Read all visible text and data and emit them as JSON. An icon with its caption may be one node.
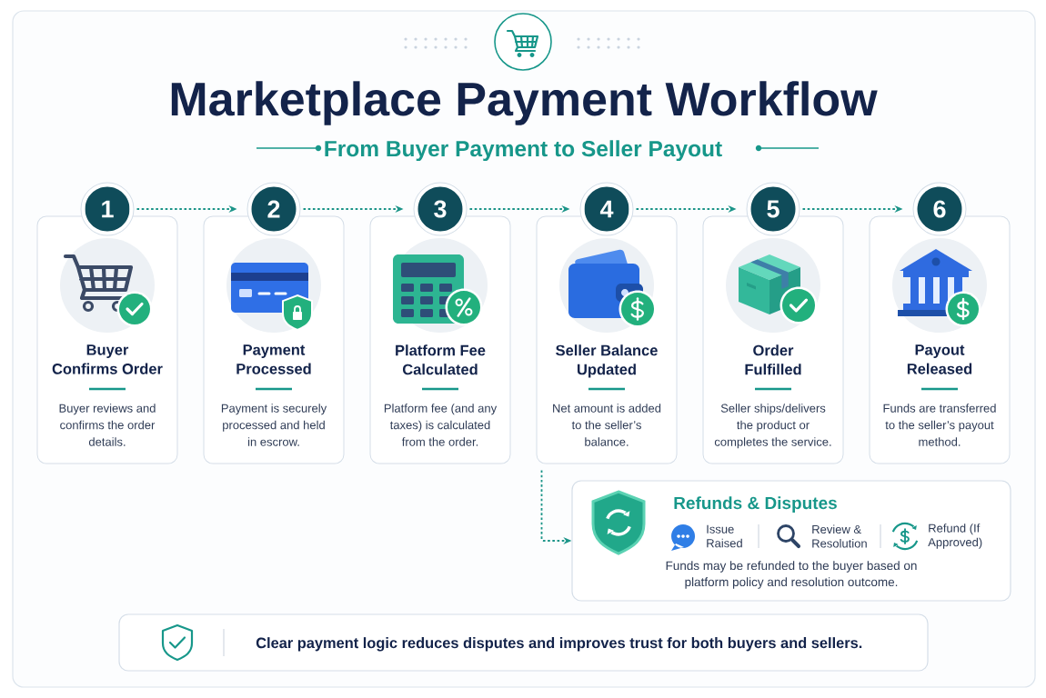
{
  "diagram": {
    "title": "Marketplace Payment Workflow",
    "nodes": [
      {
        "text": [
          "1"
        ]
      },
      {
        "text": [
          "Buyer Confirms Order",
          "Buyer reviews and confirms the order details."
        ]
      },
      {
        "text": [
          "2"
        ]
      },
      {
        "text": [
          "Payment Processed",
          "Payment is securely processed and held in escrow."
        ]
      },
      {
        "text": [
          "3"
        ]
      },
      {
        "text": [
          "Platform Fee Calculated",
          "Platform fee (and any taxes) is calculated from the order."
        ]
      },
      {
        "text": [
          "4"
        ]
      },
      {
        "text": [
          "Seller Balance Updated",
          "Net amount is added to the seller’s balance."
        ]
      },
      {
        "text": [
          "5"
        ]
      },
      {
        "text": [
          "Order Fulfilled",
          "Seller ships/delivers the product or completes the service."
        ]
      },
      {
        "text": [
          "6"
        ]
      },
      {
        "text": [
          "Payout Released",
          "Funds are transferred to the seller’s payout method."
        ]
      },
      {
        "text": [
          "Refunds & Disputes",
          "Issue Raised",
          "Review & Resolution",
          "Refund (If Approved)",
          "Funds may be refunded to the buyer based on platform policy and resolution outcome."
        ]
      },
      {
        "text": [
          "Clear payment logic reduces disputes and improves trust for both buyers and sellers."
        ]
      }
    ],
    "edges": [
      {
        "from": 0,
        "to": 2,
        "arrow": "to",
        "style": "dashed"
      },
      {
        "from": 2,
        "to": 4,
        "arrow": "to",
        "style": "dashed"
      },
      {
        "from": 4,
        "to": 6,
        "arrow": "to",
        "style": "dashed"
      },
      {
        "from": 6,
        "to": 8,
        "arrow": "to",
        "style": "dashed"
      },
      {
        "from": 8,
        "to": 10,
        "arrow": "to",
        "style": "dashed"
      },
      {
        "from": 7,
        "to": 12,
        "arrow": "to",
        "style": "dashed"
      }
    ],
    "labels": [
      "From Buyer Payment to Seller Payout"
    ]
  }
}
